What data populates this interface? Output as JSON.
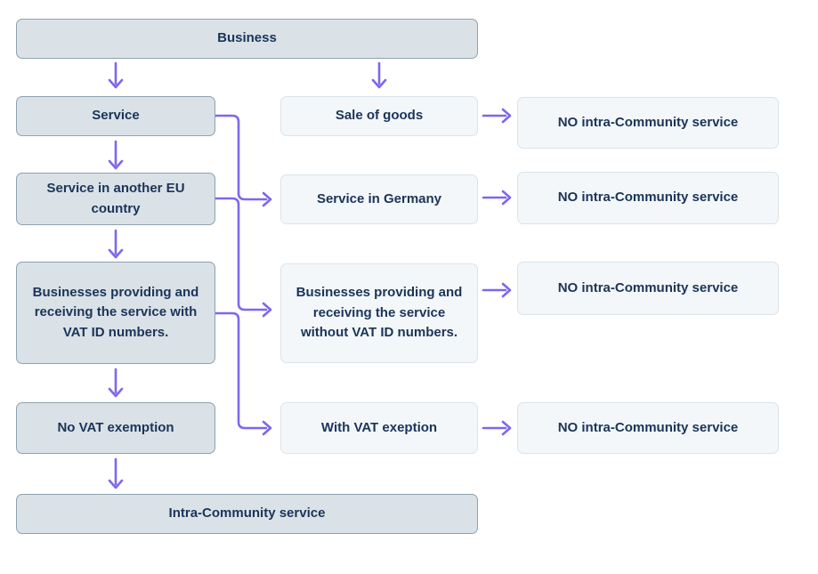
{
  "diagram": {
    "type": "flowchart",
    "topic": "Intra-Community service decision flow",
    "colors": {
      "arrow": "#7b68ee",
      "primary_fill": "#dae2e8",
      "primary_border": "#8da2b0",
      "secondary_fill": "#f3f7fa",
      "secondary_border": "#dbe3e9",
      "text": "#1b3458",
      "background": "#ffffff"
    },
    "nodes": {
      "business": {
        "label": "Business",
        "style": "primary"
      },
      "service": {
        "label": "Service",
        "style": "primary"
      },
      "sale_of_goods": {
        "label": "Sale of goods",
        "style": "secondary"
      },
      "no_intra_1": {
        "label": "NO intra-Community service",
        "style": "secondary"
      },
      "service_eu_country": {
        "label": "Service in another EU country",
        "style": "primary"
      },
      "service_germany": {
        "label": "Service in Germany",
        "style": "secondary"
      },
      "no_intra_2": {
        "label": "NO intra-Community service",
        "style": "secondary"
      },
      "businesses_with_vat": {
        "label": "Businesses providing and receiving the service with VAT ID numbers.",
        "style": "primary"
      },
      "businesses_without_vat": {
        "label": "Businesses providing and receiving the service without VAT ID numbers.",
        "style": "secondary"
      },
      "no_intra_3": {
        "label": "NO intra-Community service",
        "style": "secondary"
      },
      "no_vat_exemption": {
        "label": "No VAT exemption",
        "style": "primary"
      },
      "with_vat_exeption": {
        "label": "With VAT exeption",
        "style": "secondary"
      },
      "no_intra_4": {
        "label": "NO intra-Community service",
        "style": "secondary"
      },
      "intra_community_service": {
        "label": "Intra-Community service",
        "style": "primary"
      }
    },
    "edges": [
      {
        "from": "business",
        "to": "service"
      },
      {
        "from": "business",
        "to": "sale_of_goods"
      },
      {
        "from": "sale_of_goods",
        "to": "no_intra_1"
      },
      {
        "from": "service",
        "to": "service_eu_country"
      },
      {
        "from": "service",
        "to": "service_germany"
      },
      {
        "from": "service_germany",
        "to": "no_intra_2"
      },
      {
        "from": "service_eu_country",
        "to": "businesses_with_vat"
      },
      {
        "from": "service_eu_country",
        "to": "businesses_without_vat"
      },
      {
        "from": "businesses_without_vat",
        "to": "no_intra_3"
      },
      {
        "from": "businesses_with_vat",
        "to": "no_vat_exemption"
      },
      {
        "from": "businesses_with_vat",
        "to": "with_vat_exeption"
      },
      {
        "from": "with_vat_exeption",
        "to": "no_intra_4"
      },
      {
        "from": "no_vat_exemption",
        "to": "intra_community_service"
      }
    ]
  }
}
